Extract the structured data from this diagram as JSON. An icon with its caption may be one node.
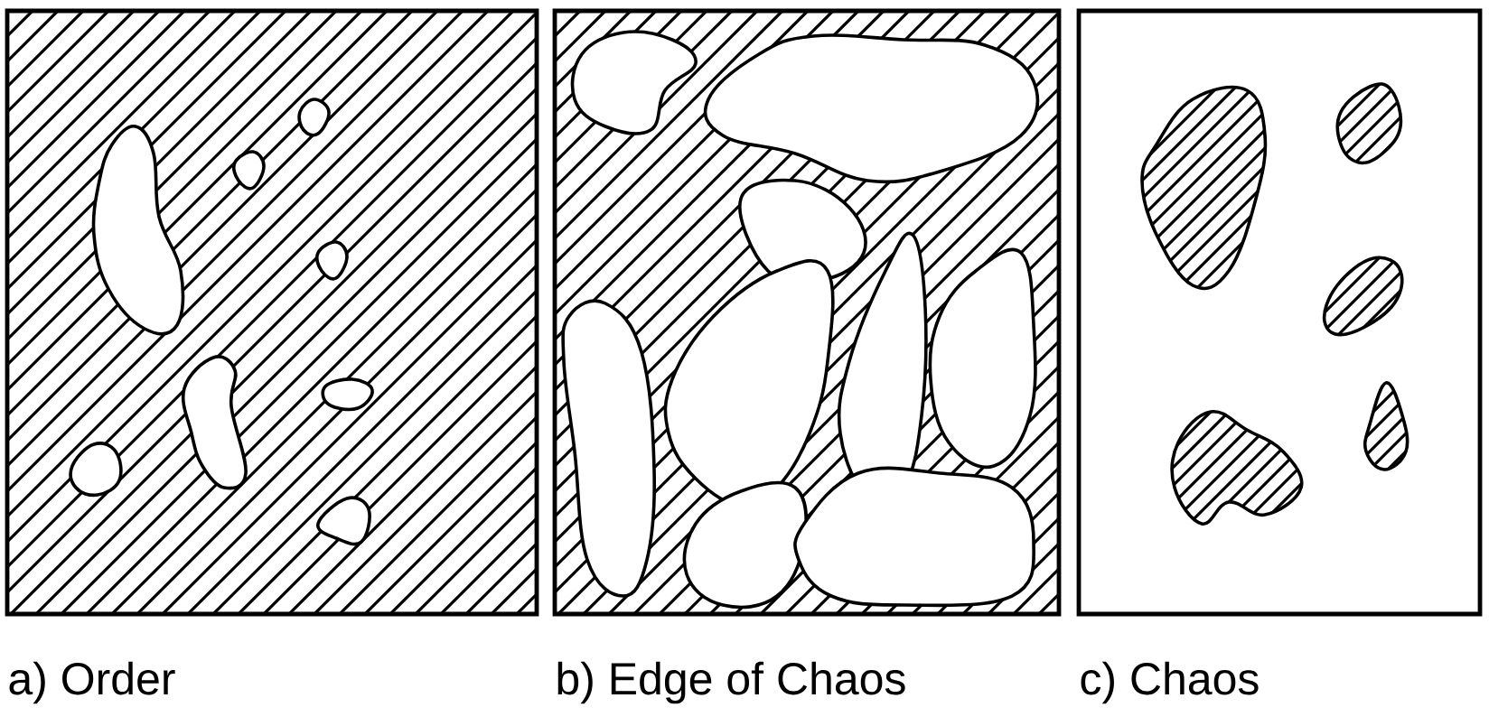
{
  "diagram": {
    "labels": [
      "a) Order",
      "b) Edge of Chaos",
      "c) Chaos"
    ]
  }
}
